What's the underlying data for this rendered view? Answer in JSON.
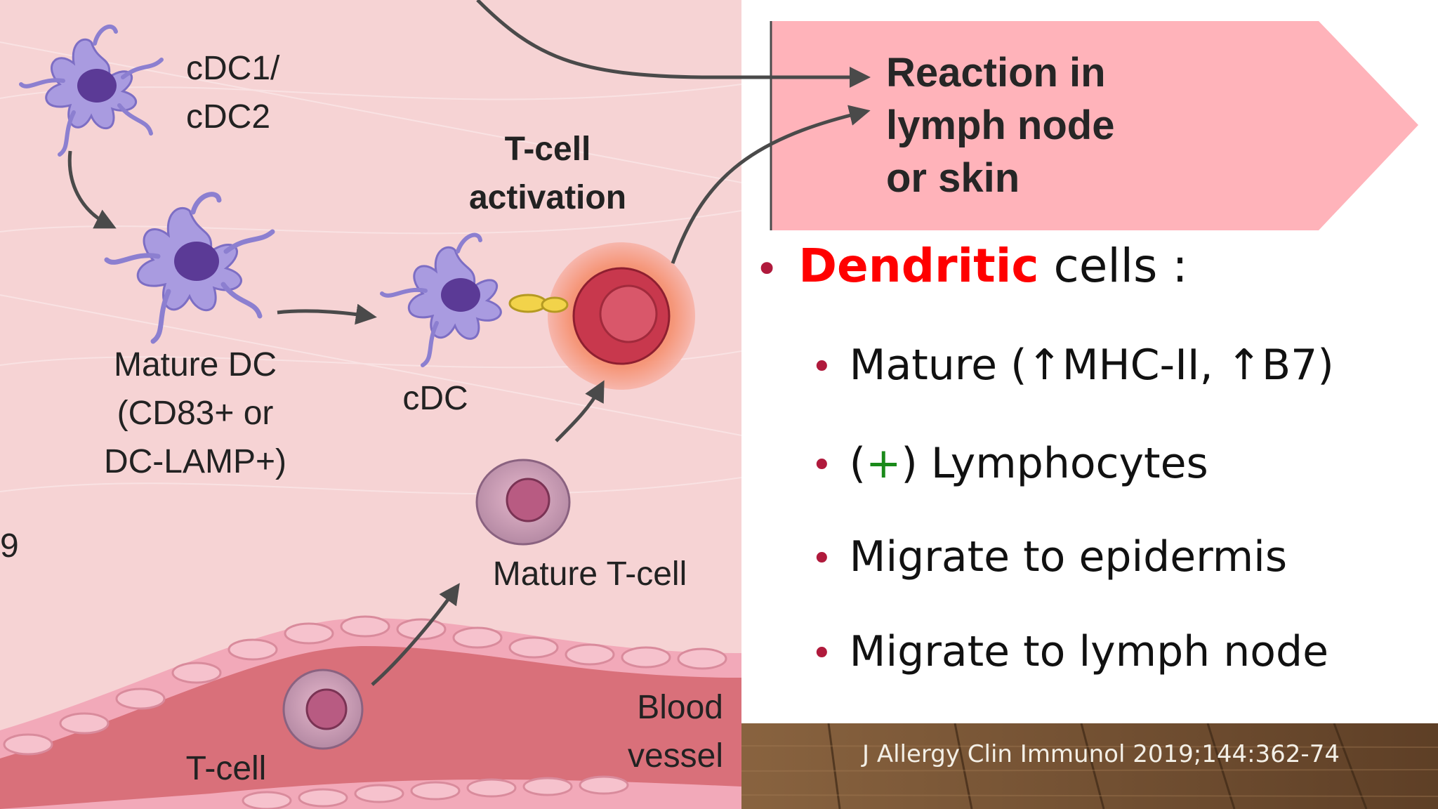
{
  "diagram": {
    "labels": {
      "cdc1": "cDC1/",
      "cdc2": "cDC2",
      "tcell_act_1": "T-cell",
      "tcell_act_2": "activation",
      "mature_dc_1": "Mature DC",
      "mature_dc_2": "(CD83+ or",
      "mature_dc_3": "DC-LAMP+)",
      "cdc": "cDC",
      "edge_fragment": "9",
      "mature_tcell": "Mature T-cell",
      "blood_1": "Blood",
      "blood_2": "vessel",
      "tcell": "T-cell"
    },
    "colors": {
      "tissue": "#f6d3d4",
      "dc_cell": "#a99be0",
      "dc_nucleus": "#5b3a96",
      "activated_tcell": "#c8384d",
      "halo": "#f49070",
      "vessel": "#d9707a",
      "vessel_wall": "#f2a9b9"
    }
  },
  "banner": {
    "line1": "Reaction in",
    "line2": "lymph node",
    "line3": "or skin",
    "color": "#ffb3ba"
  },
  "bullets": {
    "title_red": "Dendritic",
    "title_rest": " cells :",
    "item1": "Mature (↑MHC-II, ↑B7)",
    "item2_open": "(",
    "item2_plus": "+",
    "item2_close": ") Lymphocytes",
    "item3": "Migrate to epidermis",
    "item4": "Migrate to lymph node"
  },
  "citation": "J Allergy Clin Immunol 2019;144:362-74"
}
